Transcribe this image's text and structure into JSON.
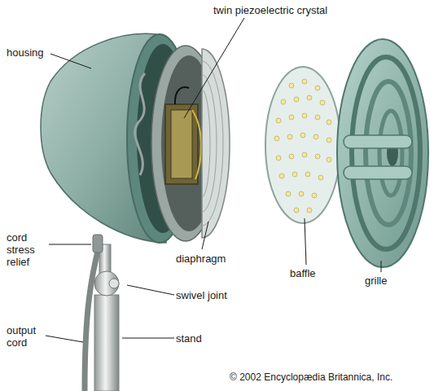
{
  "diagram": {
    "labels": [
      "housing",
      "twin piezoelectric crystal",
      "cord stress relief",
      "diaphragm",
      "baffle",
      "grille",
      "swivel joint",
      "output cord",
      "stand",
      "© 2002 Encyclopædia Britannica, Inc."
    ]
  }
}
